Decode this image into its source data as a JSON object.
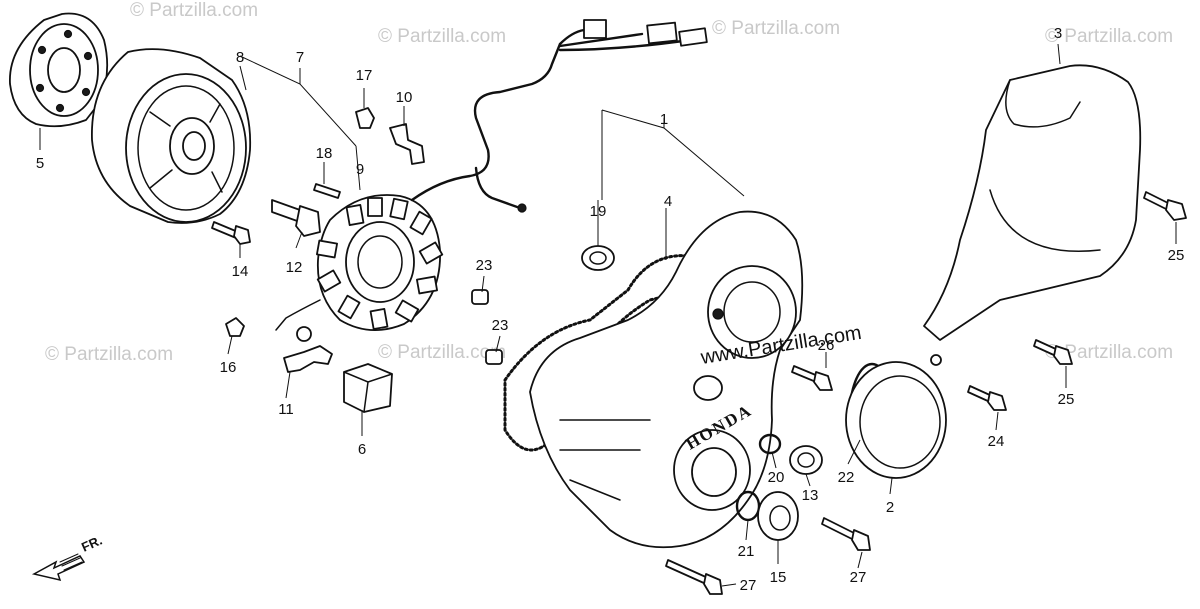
{
  "watermarks": {
    "main": "© Partzilla.com",
    "overlay": "www.Partzilla.com"
  },
  "part_numbers": [
    "1",
    "2",
    "3",
    "4",
    "5",
    "6",
    "7",
    "8",
    "9",
    "10",
    "11",
    "12",
    "13",
    "14",
    "15",
    "16",
    "17",
    "18",
    "19",
    "20",
    "21",
    "22",
    "23",
    "24",
    "25",
    "26",
    "27"
  ],
  "labels": {
    "p1": "1",
    "p2": "2",
    "p3": "3",
    "p4": "4",
    "p5": "5",
    "p6": "6",
    "p7": "7",
    "p8": "8",
    "p9": "9",
    "p10": "10",
    "p11": "11",
    "p12": "12",
    "p13": "13",
    "p14": "14",
    "p15": "15",
    "p16": "16",
    "p17": "17",
    "p18": "18",
    "p19": "19",
    "p20": "20",
    "p21": "21",
    "p22": "22",
    "p23a": "23",
    "p23b": "23",
    "p24": "24",
    "p25a": "25",
    "p25b": "25",
    "p26": "26",
    "p27a": "27",
    "p27b": "27"
  },
  "cover_emblem": "HONDA",
  "direction_label": "FR."
}
